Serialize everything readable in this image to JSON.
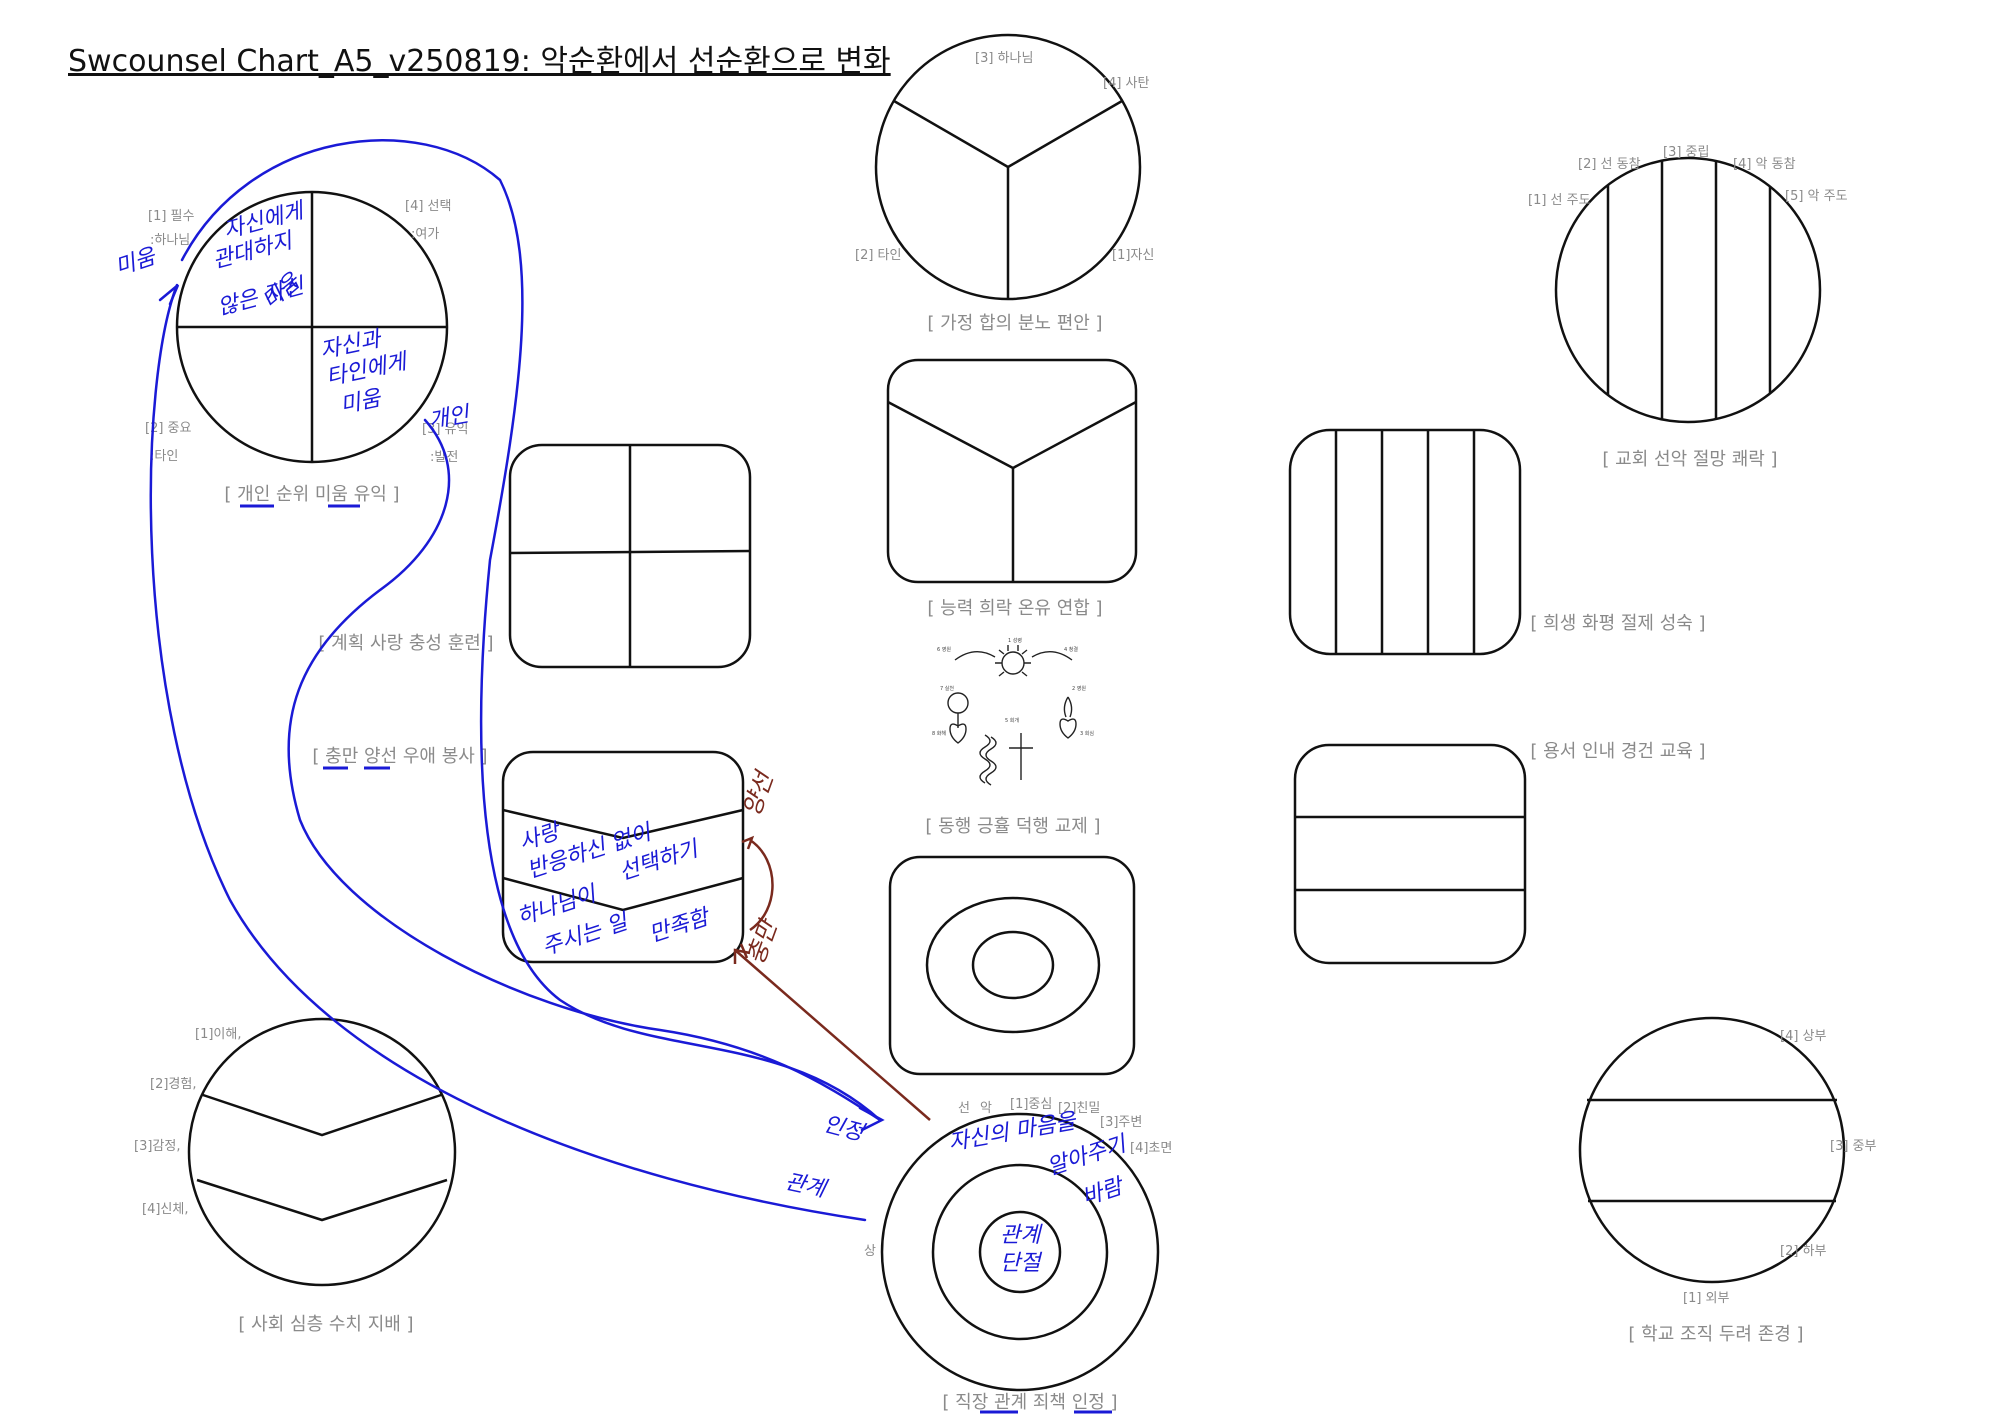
{
  "title": "Swcounsel Chart_A5_v250819: 악순환에서 선순환으로 변화",
  "colors": {
    "ink": "#111111",
    "label": "#8a8a8a",
    "blue_pen": "#1a1ad6",
    "brown_pen": "#7a2a1e"
  },
  "charts": {
    "c1": {
      "caption": "[ 개인 순위 미움 유익 ]",
      "labels": [
        "[1] 필수",
        ":하나님",
        "[4] 선택",
        ":여가",
        "[2] 중요",
        ":타인",
        "[3] 유익",
        ":발전"
      ]
    },
    "c2": {
      "caption": "[ 가정 합의 분노 편안 ]",
      "labels": [
        "[3] 하나님",
        "[4] 사탄",
        "[2] 타인",
        "[1]자신"
      ]
    },
    "c3": {
      "caption": "[ 교회 선악 절망 쾌락 ]",
      "labels": [
        "[1] 선 주도",
        "[2] 선 동참",
        "[3] 중립",
        "[4] 악 동참",
        "[5] 악 주도"
      ]
    },
    "c4": {
      "caption": "[ 계획 사랑 충성 훈련 ]"
    },
    "c5": {
      "caption": "[ 능력 희락 온유 연합 ]"
    },
    "c6": {
      "caption": "[ 희생 화평 절제 성숙 ]"
    },
    "c7": {
      "caption": "[ 충만 양선 우애 봉사 ]"
    },
    "c8": {
      "caption": "[ 동행 긍휼 덕행 교제 ]",
      "labels": [
        "1 성령",
        "6 영원",
        "4 청결",
        "7 실천",
        "2 영원",
        "5 회개",
        "8 화해",
        "3 회심"
      ]
    },
    "c9": {
      "caption": "[ 용서 인내 경건 교육 ]"
    },
    "c10": {
      "caption": "[ 사회 심층 수치 지배 ]",
      "labels": [
        "[1]이해,",
        "[2]경험,",
        "[3]감정,",
        "[4]신체,"
      ]
    },
    "c11": {
      "caption": "[ 직장 관계 죄책 인정 ]",
      "labels": [
        "선",
        "악",
        "[1]중심",
        "[2]친밀",
        "[3]주변",
        "[4]초면",
        "상"
      ]
    },
    "c12": {
      "caption": "[ 학교 조직 두려 존경 ]",
      "labels": [
        "[4] 상부",
        "[3] 중부",
        "[2] 하부",
        "[1] 외부"
      ]
    }
  },
  "annotations": {
    "blue": [
      "미움",
      "자신에게",
      "관대하지",
      "않은 자신",
      "미움",
      "자신과",
      "타인에게",
      "미움",
      "개인",
      "인정",
      "관계",
      "사랑",
      "반응하신 없이",
      "선택하기",
      "하나님이",
      "주시는 일",
      "만족함",
      "자신의 마음을",
      "알아주기",
      "바람",
      "관계",
      "단절"
    ],
    "brown": [
      "양선",
      "충만"
    ]
  }
}
